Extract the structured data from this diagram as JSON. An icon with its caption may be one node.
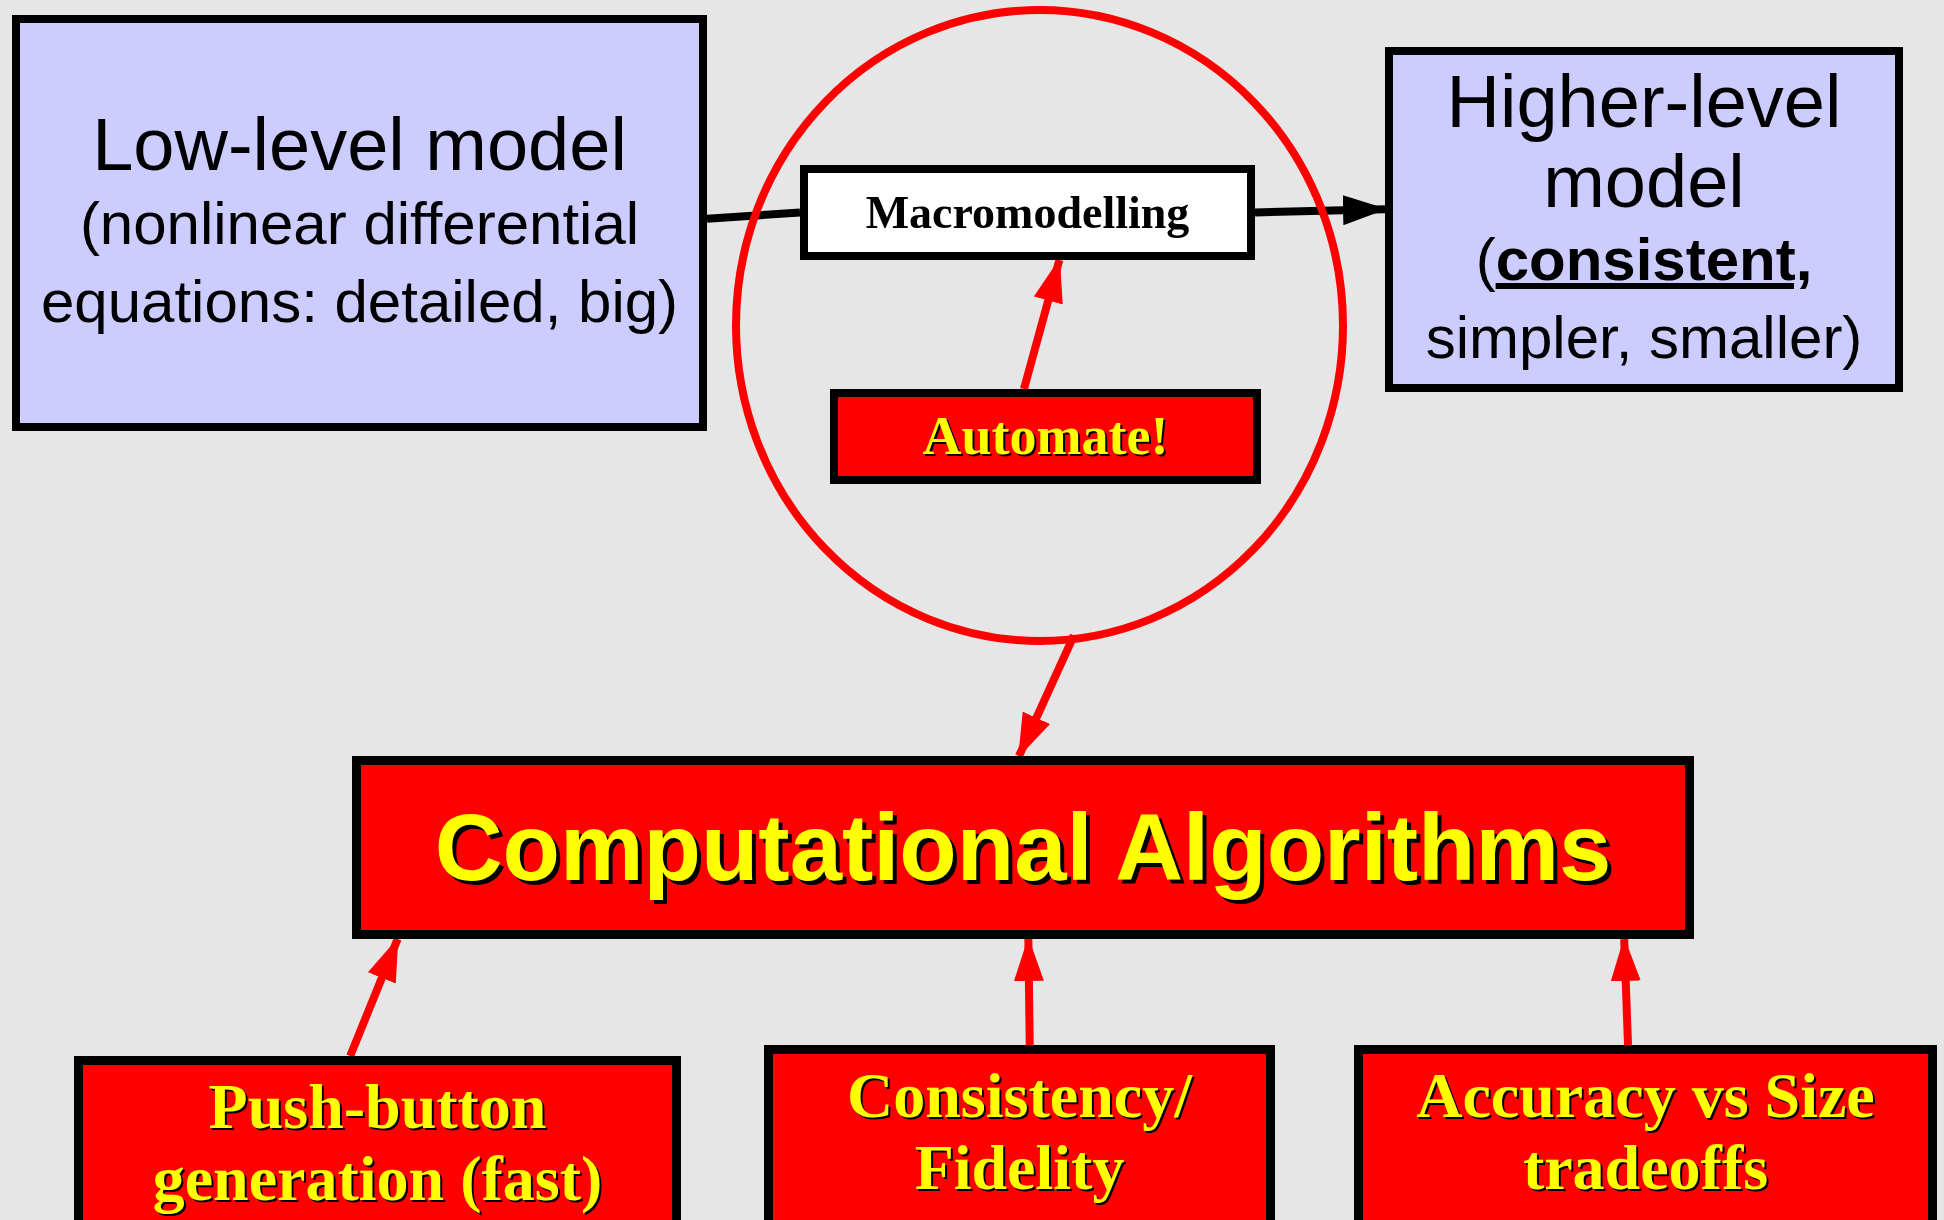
{
  "diagram": {
    "nodes": [
      {
        "text": [
          "Low-level model",
          "(nonlinear differential equations: detailed, big)"
        ]
      },
      {
        "text": [],
        "shape": "circle"
      },
      {
        "text": [
          "Macromodelling"
        ],
        "in": 1
      },
      {
        "text": [
          "Automate!"
        ],
        "in": 1
      },
      {
        "text": [
          "Higher-level model",
          "(**consistent,** simpler, smaller)"
        ]
      },
      {
        "text": [
          "Computational Algorithms"
        ]
      },
      {
        "text": [
          "Push-button generation (fast)"
        ]
      },
      {
        "text": [
          "Consistency/ Fidelity"
        ]
      },
      {
        "text": [
          "Accuracy vs Size tradeoffs"
        ]
      }
    ],
    "edges": [
      {
        "from": 0,
        "to": 2,
        "arrow": "none",
        "color": "#000000"
      },
      {
        "from": 2,
        "to": 4,
        "arrow": "to",
        "color": "#000000"
      },
      {
        "from": 3,
        "to": 2,
        "arrow": "to"
      },
      {
        "from": 1,
        "to": 5,
        "arrow": "to"
      },
      {
        "from": 6,
        "to": 5,
        "arrow": "to"
      },
      {
        "from": 7,
        "to": 5,
        "arrow": "to"
      },
      {
        "from": 8,
        "to": 5,
        "arrow": "to"
      }
    ]
  }
}
